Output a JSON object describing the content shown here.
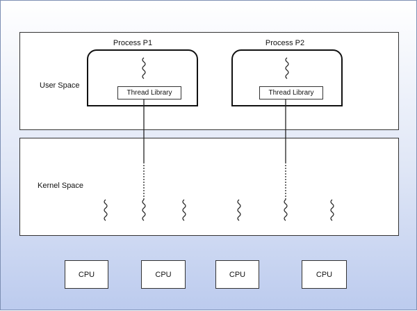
{
  "user_space": {
    "label": "User Space"
  },
  "kernel_space": {
    "label": "Kernel Space"
  },
  "processes": [
    {
      "title": "Process P1",
      "library_label": "Thread Library"
    },
    {
      "title": "Process P2",
      "library_label": "Thread Library"
    }
  ],
  "cpus": [
    "CPU",
    "CPU",
    "CPU",
    "CPU"
  ],
  "colors": {
    "background_top": "#ffffff",
    "background_bottom": "#bccbee",
    "line": "#222222"
  }
}
